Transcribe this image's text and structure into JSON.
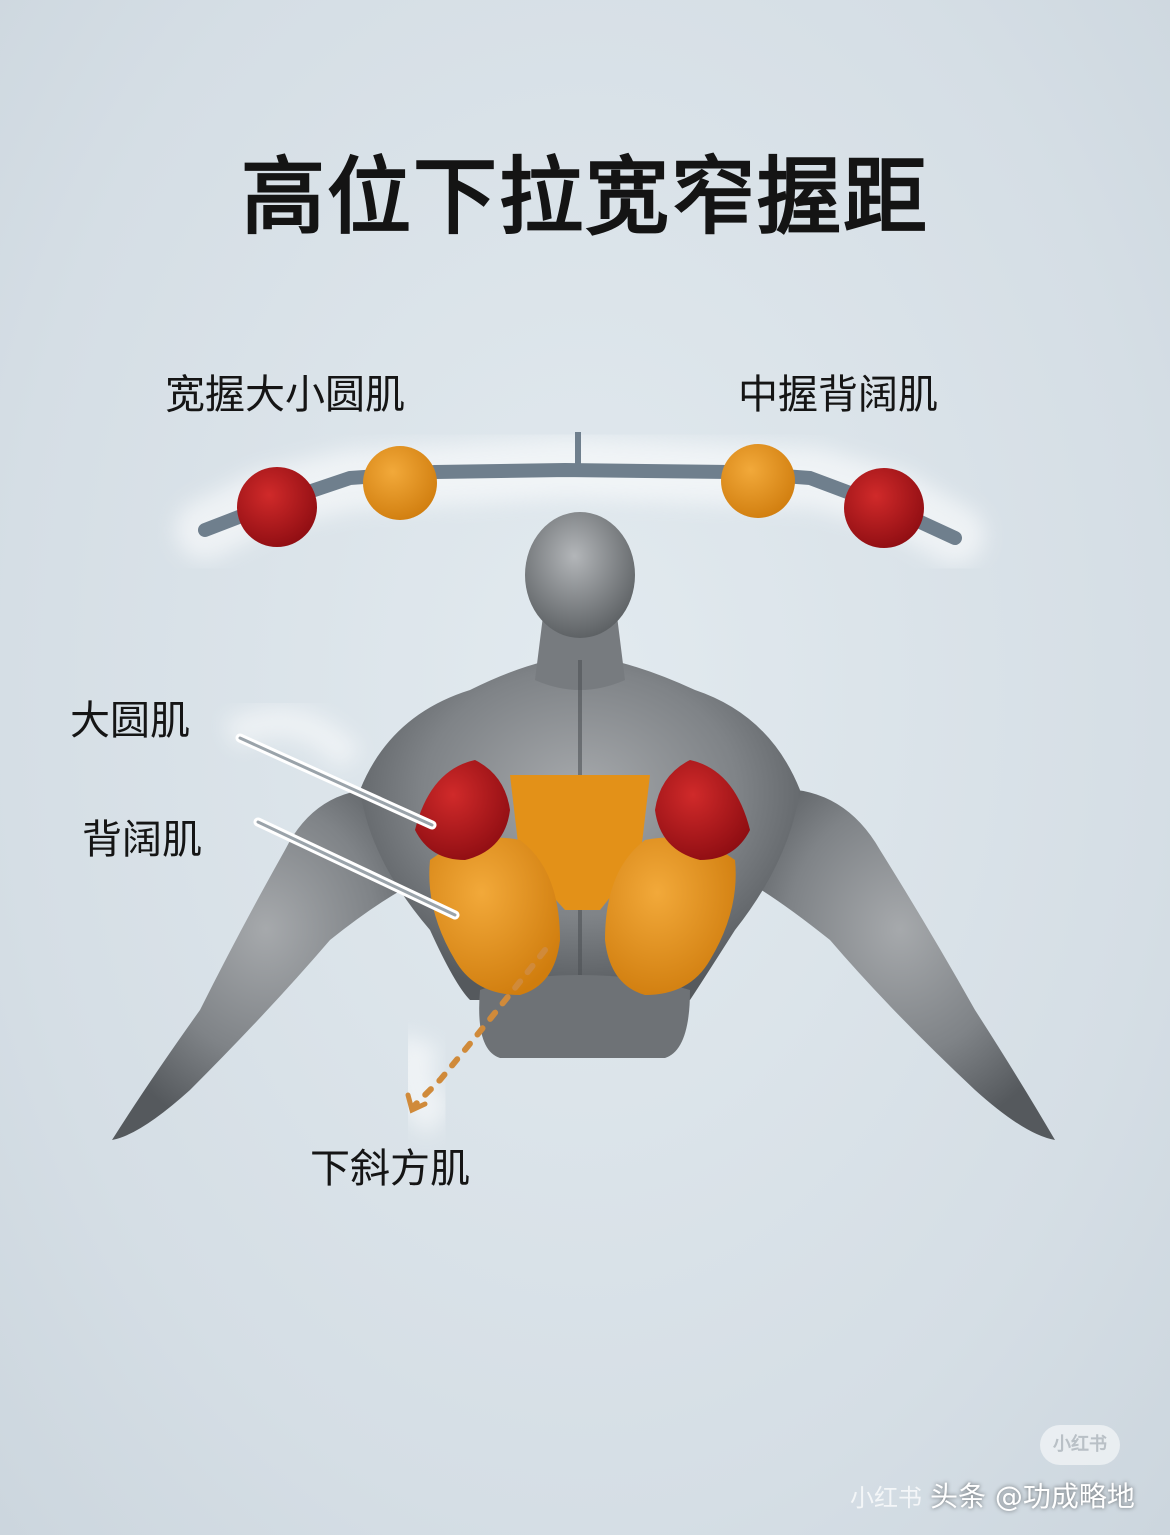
{
  "title": "高位下拉宽窄握距",
  "grip_labels": {
    "wide": "宽握大小圆肌",
    "medium": "中握背阔肌"
  },
  "muscle_labels": {
    "teres_major": "大圆肌",
    "latissimus": "背阔肌",
    "lower_trapezius": "下斜方肌"
  },
  "colors": {
    "wide_grip": "#b0141a",
    "medium_grip": "#e39118",
    "bar": "#6f7f8d",
    "body": "#8a8d90",
    "background": "#d8e1e7"
  },
  "watermark": {
    "badge": "小红书",
    "handle": "小红书",
    "source": "头条 @功成略地"
  }
}
